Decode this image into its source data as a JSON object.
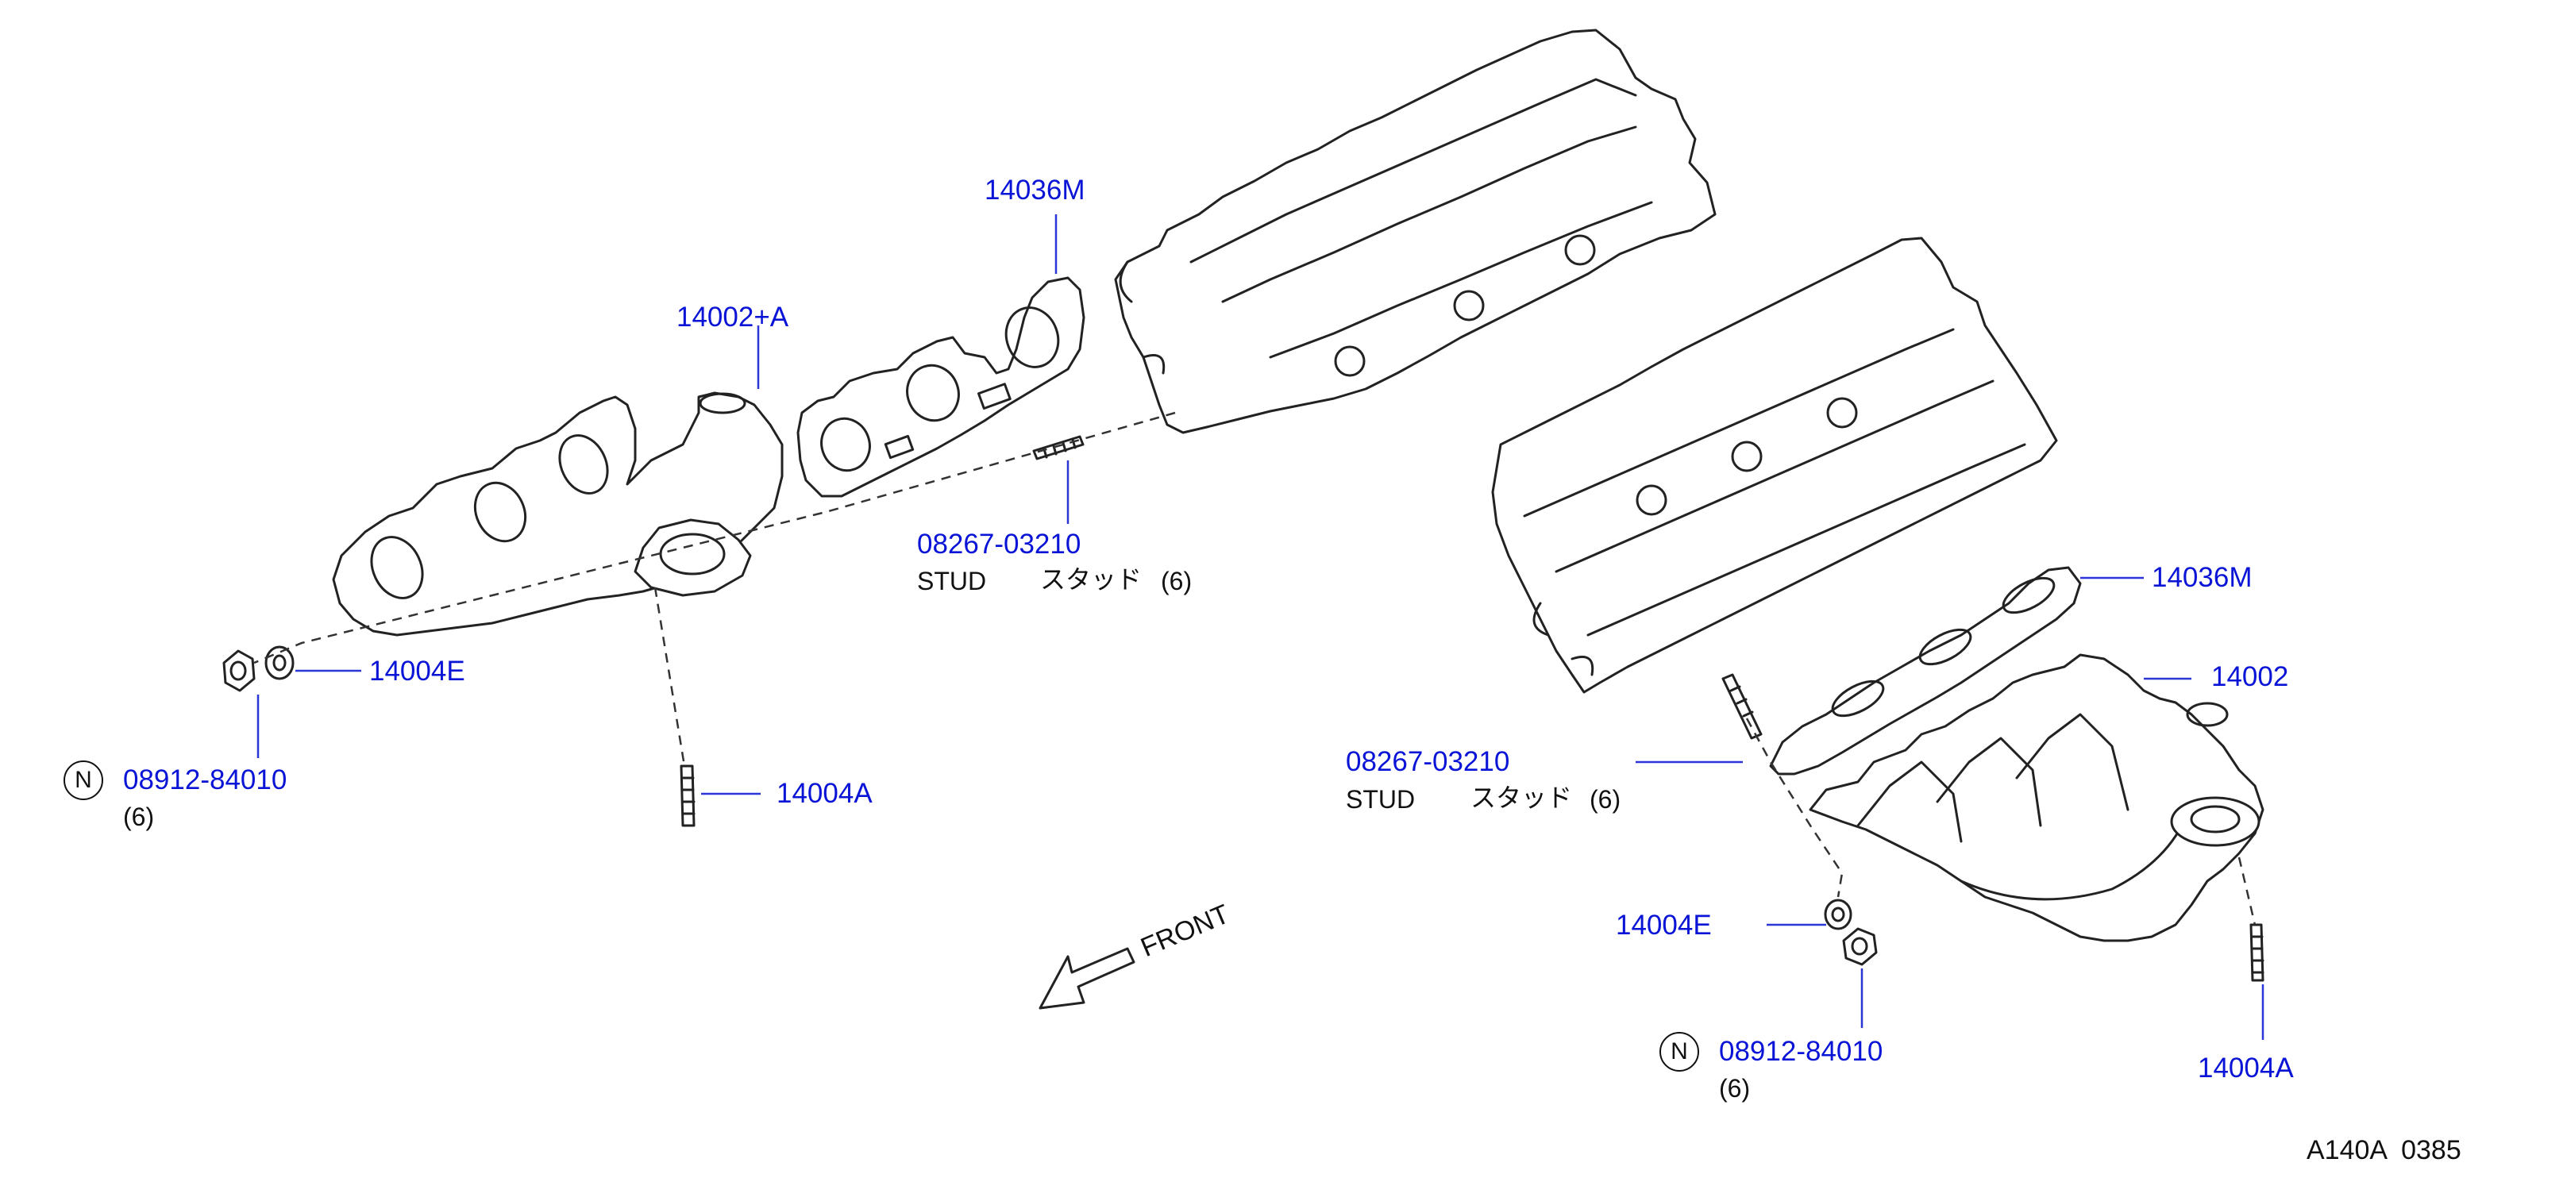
{
  "diagram_id": "A140A  0385",
  "parts": {
    "gasket_left": "14036M",
    "manifold_left": "14002+A",
    "stud_left": {
      "number": "08267-03210",
      "name": "STUD",
      "name_jp": "スタッド",
      "qty": "(6)"
    },
    "washer_left": "14004E",
    "nut_left": {
      "prefix": "N",
      "number": "08912-84010",
      "qty": "(6)"
    },
    "stud_small_left": "14004A",
    "gasket_right": "14036M",
    "manifold_right": "14002",
    "stud_right": {
      "number": "08267-03210",
      "name": "STUD",
      "name_jp": "スタッド",
      "qty": "(6)"
    },
    "washer_right": "14004E",
    "nut_right": {
      "prefix": "N",
      "number": "08912-84010",
      "qty": "(6)"
    },
    "stud_small_right": "14004A"
  },
  "front_label": "FRONT",
  "colors": {
    "label_blue": "#0a14d6",
    "line": "#222222"
  },
  "icons": {
    "front_arrow": "front-arrow-icon"
  }
}
